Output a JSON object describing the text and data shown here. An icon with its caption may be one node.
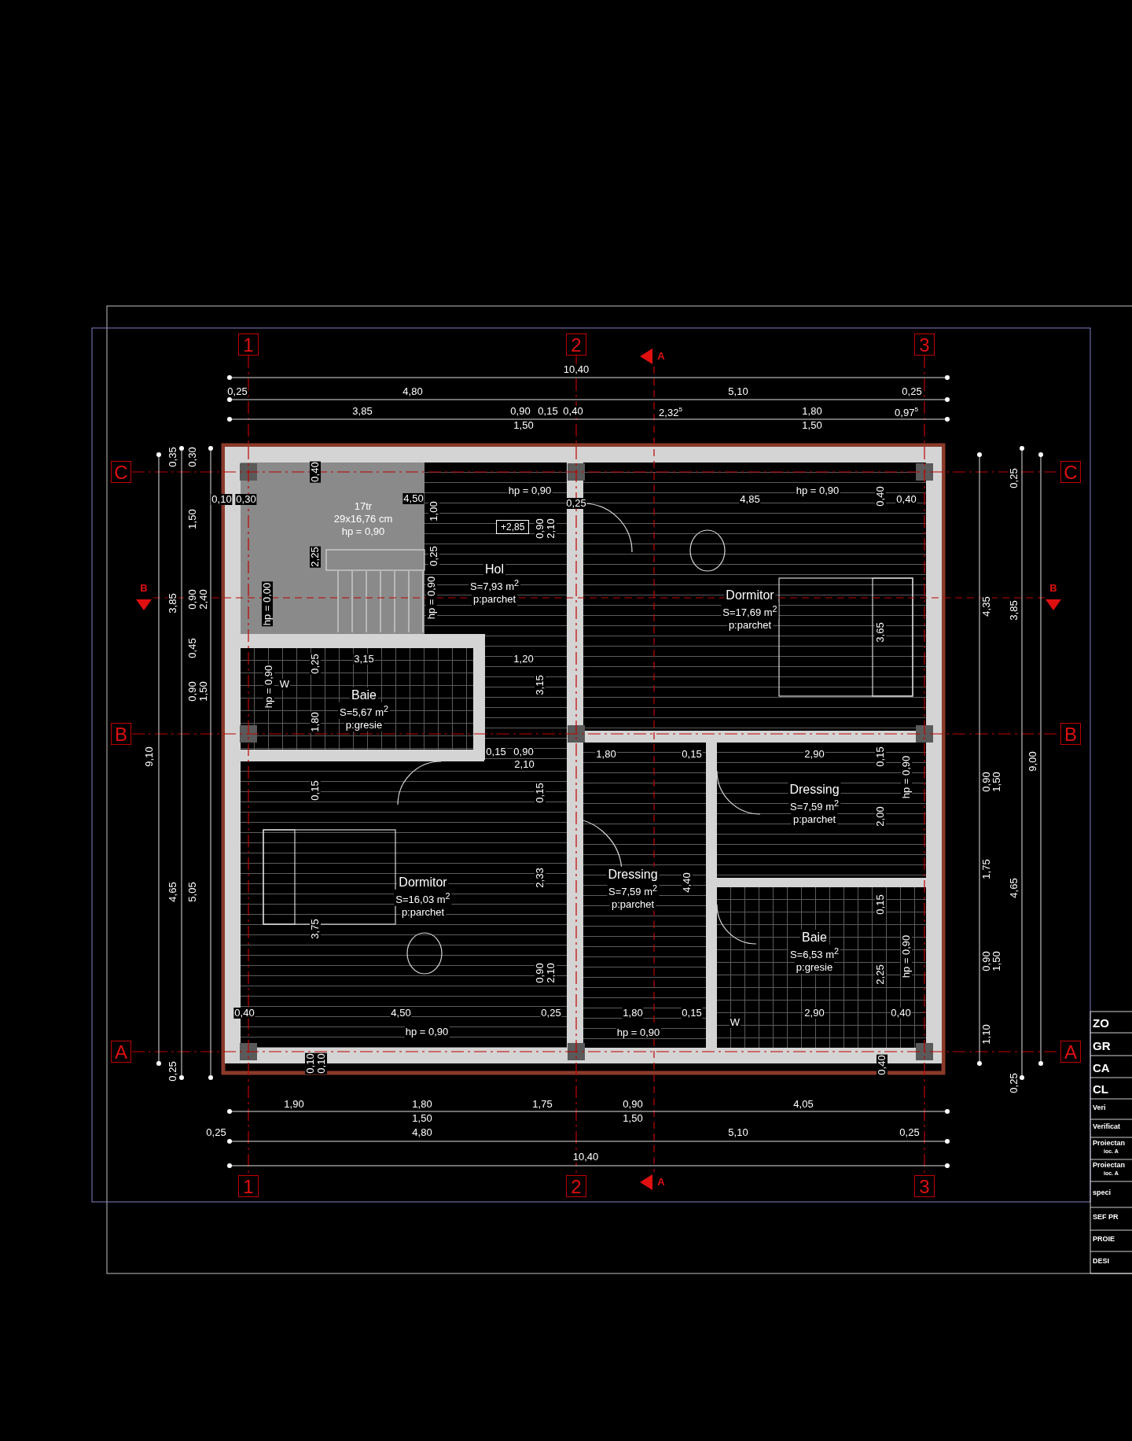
{
  "diagram": {
    "nodes": [
      {
        "text": [
          "1"
        ]
      },
      {
        "text": [
          "2"
        ]
      },
      {
        "text": [
          "3"
        ]
      },
      {
        "text": [
          "C"
        ]
      },
      {
        "text": [
          "C"
        ]
      },
      {
        "text": [
          "17tr",
          "29x16,76 cm",
          "hp = 0,90"
        ]
      },
      {
        "text": [
          "Hol",
          "S=7,93 m$^{2}$",
          "p:parchet"
        ]
      },
      {
        "text": [
          "+2,85"
        ],
        "in": 6
      },
      {
        "text": [
          "Dormitor",
          "S=17,69 m$^{2}$",
          "p:parchet"
        ]
      },
      {
        "text": [
          "B"
        ]
      },
      {
        "text": [
          "B"
        ]
      },
      {
        "text": [
          "Baie",
          "S=5,67 m$^{2}$",
          "p:gresie"
        ]
      },
      {
        "text": [
          "Dressing",
          "S=7,59 m$^{2}$",
          "p:parchet"
        ]
      },
      {
        "text": [
          "Dormitor",
          "S=16,03 m$^{2}$",
          "p:parchet"
        ]
      },
      {
        "text": [
          "Dressing",
          "S=7,59 m$^{2}$",
          "p:parchet"
        ]
      },
      {
        "text": [
          "Baie",
          "S=6,53 m$^{2}$",
          "p:gresie"
        ]
      },
      {
        "text": [
          "A"
        ]
      },
      {
        "text": [
          "A"
        ]
      },
      {
        "text": [
          "1"
        ]
      },
      {
        "text": [
          "2"
        ]
      },
      {
        "text": [
          "3"
        ]
      }
    ],
    "labels": [
      "10,40",
      "0,25",
      "4,80",
      "5,10",
      "0,25",
      "3,85",
      "0,90",
      "0,15",
      "0,40",
      "2,32$^{5}$",
      "1,80",
      "0,97$^{5}$",
      "1,50",
      "1,50",
      "A",
      "0,35",
      "0,30",
      "0,10",
      "0,30",
      "0,40",
      "4,50",
      "hp = 0,90",
      "0,25",
      "4,85",
      "hp = 0,90",
      "0,40",
      "0,40",
      "0,25",
      "1,50",
      "1,00",
      "0,90",
      "2,10",
      "2,25",
      "0,25",
      "B",
      "3,85",
      "0,90",
      "2,40",
      "hp = 0,00",
      "hp = 0,90",
      "4,35",
      "3,85",
      "B",
      "3,65",
      "0,45",
      "3,15",
      "1,20",
      "0,25",
      "0,90",
      "1,50",
      "hp = 0,90",
      "W",
      "3,15",
      "1,80",
      "9,10",
      "9,00",
      "0,15",
      "0,90",
      "2,10",
      "1,80",
      "0,15",
      "2,90",
      "0,15",
      "hp = 0,90",
      "0,90",
      "1,50",
      "0,15",
      "0,15",
      "2,00",
      "1,75",
      "2,33",
      "4,40",
      "4,65",
      "5,05",
      "4,65",
      "0,15",
      "3,75",
      "hp = 0,90",
      "0,90",
      "1,50",
      "0,90",
      "2,10",
      "2,25",
      "0,40",
      "4,50",
      "0,25",
      "1,80",
      "0,15",
      "W",
      "2,90",
      "0,40",
      "hp = 0,90",
      "hp = 0,90",
      "1,10",
      "0,25",
      "0,10",
      "0,10",
      "0,40",
      "0,25",
      "1,90",
      "1,80",
      "1,75",
      "0,90",
      "4,05",
      "1,50",
      "1,50",
      "0,25",
      "4,80",
      "5,10",
      "0,25",
      "10,40",
      "A",
      "ZO",
      "GR",
      "CA",
      "CL",
      "Veri",
      "Verificat",
      "Proiectan",
      "ioc. A",
      "Proiectan",
      "ioc. A",
      "speci",
      "SEF PR",
      "PROIE",
      "DESI"
    ]
  }
}
